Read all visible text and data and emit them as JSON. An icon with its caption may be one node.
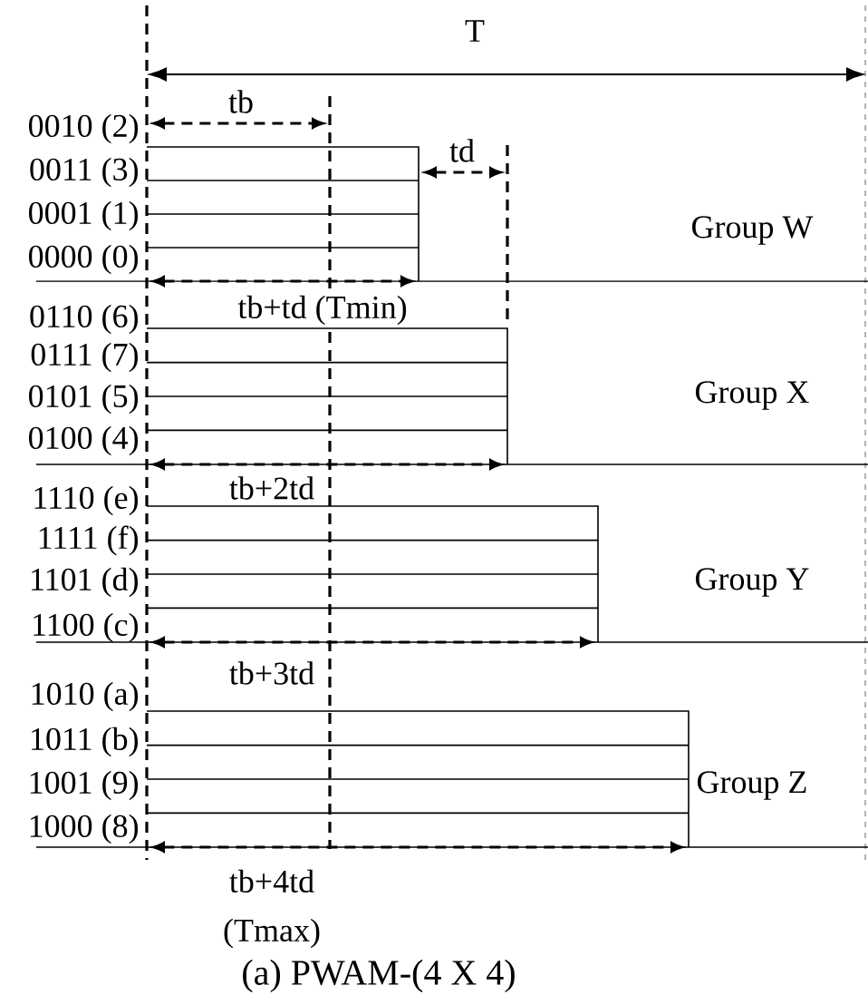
{
  "diagram": {
    "caption": "(a) PWAM-(4 X 4)",
    "labels": [
      "T",
      "tb",
      "0010 (2)",
      "td",
      "0011 (3)",
      "0001 (1)",
      "Group W",
      "0000 (0)",
      "0110 (6)",
      "tb+td (Tmin)",
      "0111 (7)",
      "0101 (5)",
      "Group X",
      "0100 (4)",
      "1110 (e)",
      "tb+2td",
      "1111 (f)",
      "1101 (d)",
      "Group Y",
      "1100 (c)",
      "tb+3td",
      "1010 (a)",
      "1011 (b)",
      "1001 (9)",
      "Group Z",
      "1000 (8)",
      "tb+4td (Tmax)"
    ]
  }
}
